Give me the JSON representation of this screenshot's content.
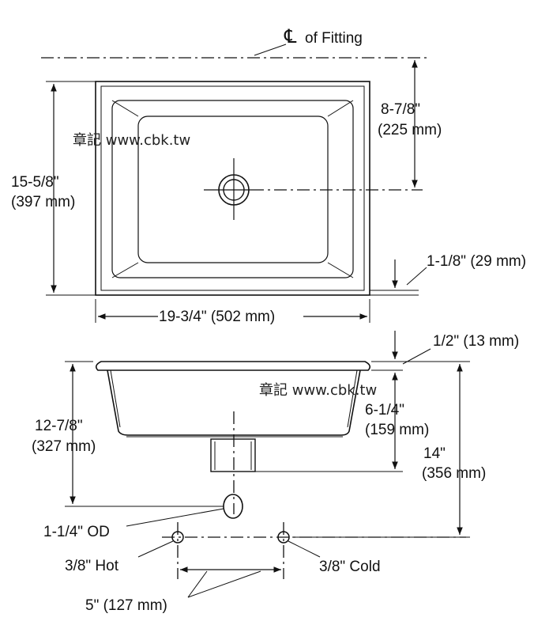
{
  "labels": {
    "centerline_symbol": "℄",
    "centerline_text": "of Fitting",
    "depth_top": "8-7/8\"",
    "depth_top_mm": "(225 mm)",
    "height_overall": "15-5/8\"",
    "height_overall_mm": "(397 mm)",
    "rim_width": "1-1/8\" (29 mm)",
    "width_overall": "19-3/4\" (502 mm)",
    "rim_thickness": "1/2\" (13 mm)",
    "bowl_depth": "6-1/4\"",
    "bowl_depth_mm": "(159 mm)",
    "drain_height": "12-7/8\"",
    "drain_height_mm": "(327 mm)",
    "supply_height": "14\"",
    "supply_height_mm": "(356 mm)",
    "drain_od": "1-1/4\" OD",
    "hot_supply": "3/8\" Hot",
    "cold_supply": "3/8\" Cold",
    "supply_spacing": "5\" (127 mm)"
  },
  "watermark": "章記 www.cbk.tw"
}
